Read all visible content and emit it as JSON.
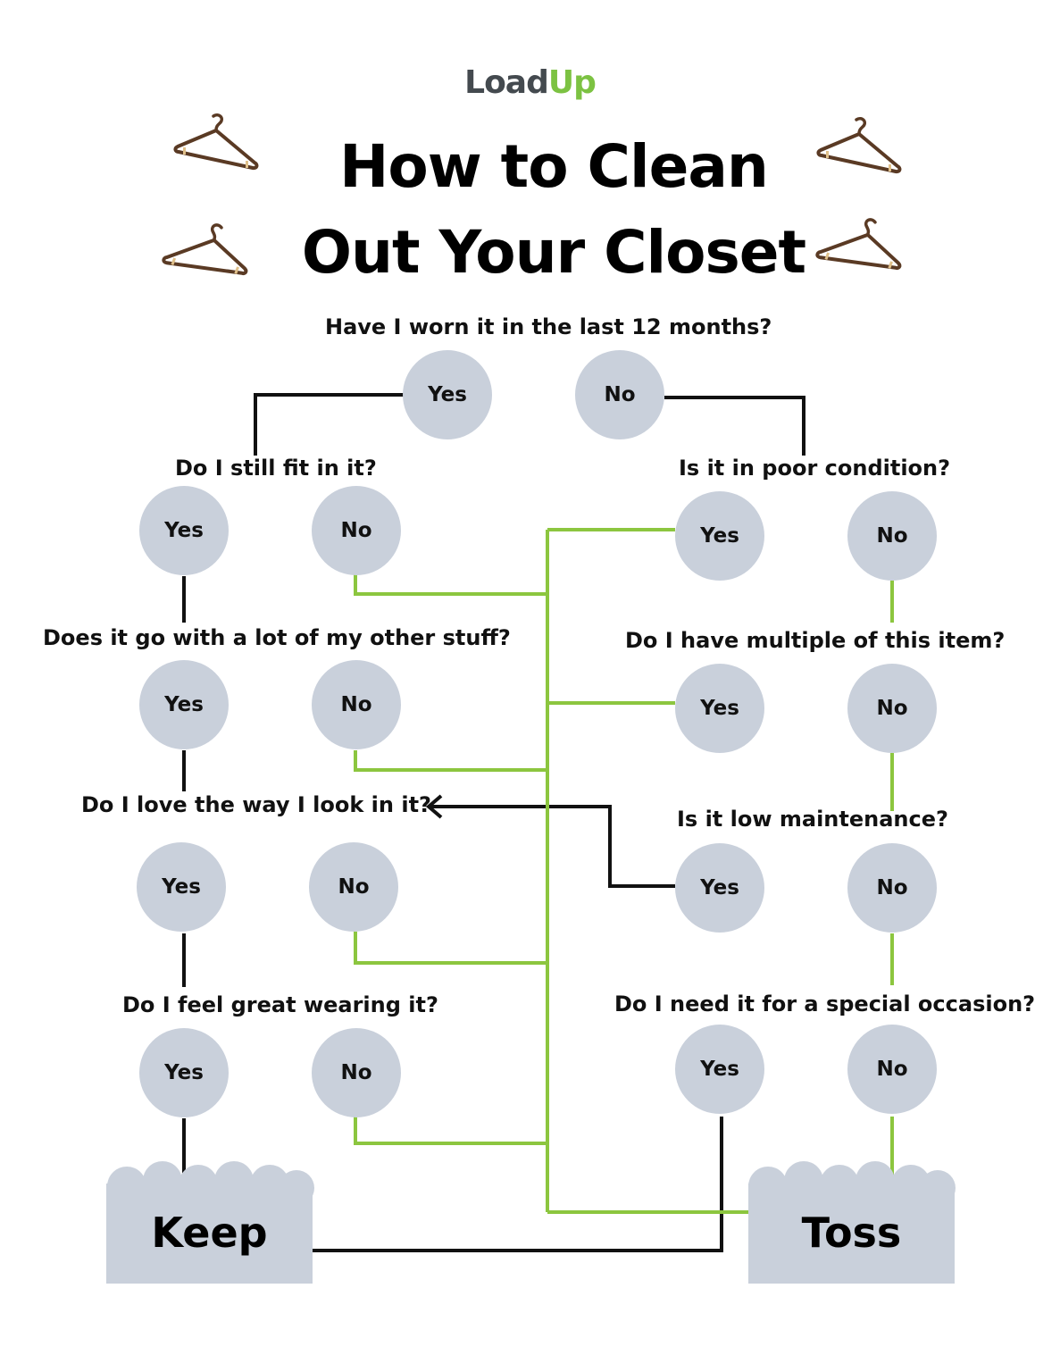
{
  "logo": {
    "part1": "Load",
    "part2": "Up"
  },
  "title": {
    "line1": "How to Clean",
    "line2": "Out Your Closet"
  },
  "questions": {
    "q_worn": "Have I worn it in the last 12 months?",
    "q_fit": "Do I still fit in it?",
    "q_poor": "Is it in poor condition?",
    "q_goes": "Does it go with a lot of my other stuff?",
    "q_multiple": "Do I have multiple of this item?",
    "q_love": "Do I love the way I look in it?",
    "q_lowmaint": "Is it low maintenance?",
    "q_great": "Do I feel great wearing it?",
    "q_special": "Do I need it for a special occasion?"
  },
  "answers": {
    "yes": "Yes",
    "no": "No"
  },
  "outcomes": {
    "keep": "Keep",
    "toss": "Toss"
  },
  "colors": {
    "node": "#c9d0db",
    "green_path": "#8cc63f",
    "black_path": "#111111",
    "hanger": "#5a3a24"
  },
  "icons": [
    "hanger-icon",
    "hanger-icon",
    "hanger-icon",
    "hanger-icon"
  ]
}
